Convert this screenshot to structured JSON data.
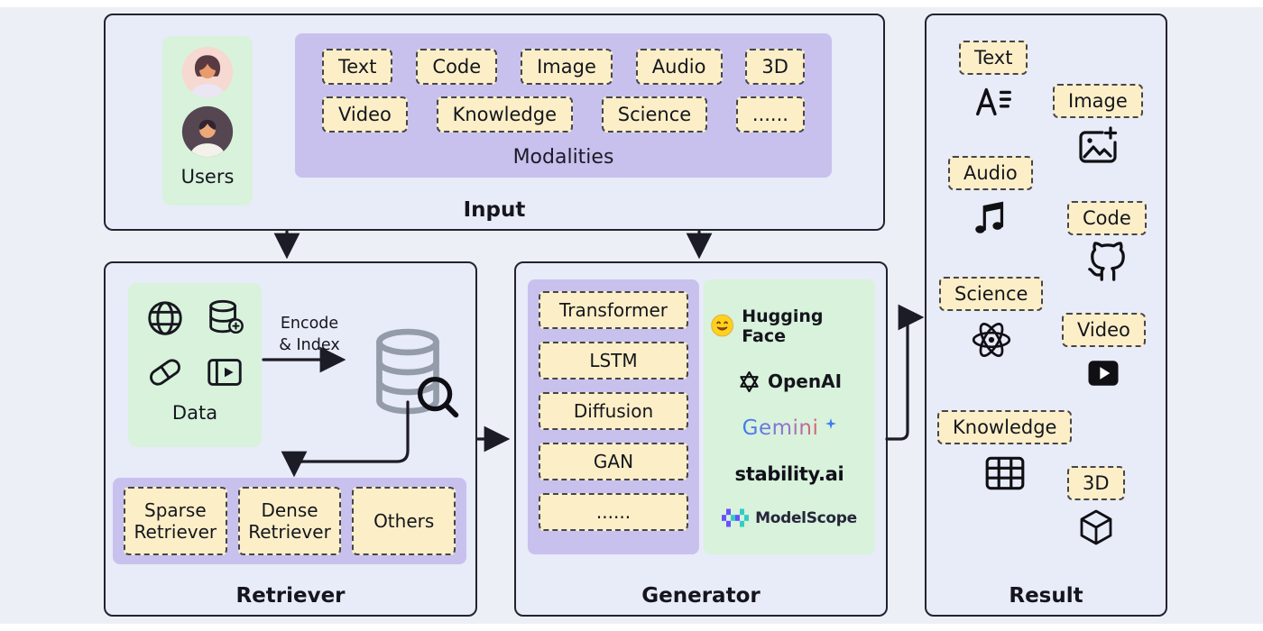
{
  "input": {
    "label": "Input",
    "users": {
      "label": "Users"
    },
    "modalities": {
      "label": "Modalities",
      "row1": [
        "Text",
        "Code",
        "Image",
        "Audio",
        "3D"
      ],
      "row2": [
        "Video",
        "Knowledge",
        "Science",
        "......"
      ]
    }
  },
  "retriever": {
    "label": "Retriever",
    "data": {
      "label": "Data"
    },
    "encode": {
      "line1": "Encode",
      "line2": "& Index"
    },
    "tags": [
      "Sparse Retriever",
      "Dense Retriever",
      "Others"
    ]
  },
  "generator": {
    "label": "Generator",
    "models": [
      "Transformer",
      "LSTM",
      "Diffusion",
      "GAN",
      "......"
    ],
    "providers": {
      "huggingface": "Hugging Face",
      "openai": "OpenAI",
      "gemini": "Gemini",
      "stability": "stability.ai",
      "modelscope": "ModelScope"
    }
  },
  "result": {
    "label": "Result",
    "items": [
      "Text",
      "Image",
      "Audio",
      "Code",
      "Science",
      "Video",
      "Knowledge",
      "3D"
    ]
  },
  "icons": {
    "result_icons": [
      "text-type",
      "image-plus",
      "music-note",
      "github",
      "atom",
      "video-play",
      "table-grid",
      "cube-3d"
    ],
    "data_icons": [
      "globe",
      "database",
      "pill",
      "film"
    ],
    "other_icons": [
      "user-avatars",
      "database-store",
      "magnifier",
      "hugging-face-emoji",
      "openai-knot",
      "gemini-spark",
      "modelscope-mark"
    ]
  },
  "colors": {
    "background": "#edeff7",
    "panel": "#e8ebf8",
    "panel_border": "#23232e",
    "purple_box": "#c8c1ed",
    "green_box": "#d8f2dc",
    "tag": "#fcefc7",
    "gray_database": "#959ca9",
    "hf_yellow": "#ffd21e"
  }
}
